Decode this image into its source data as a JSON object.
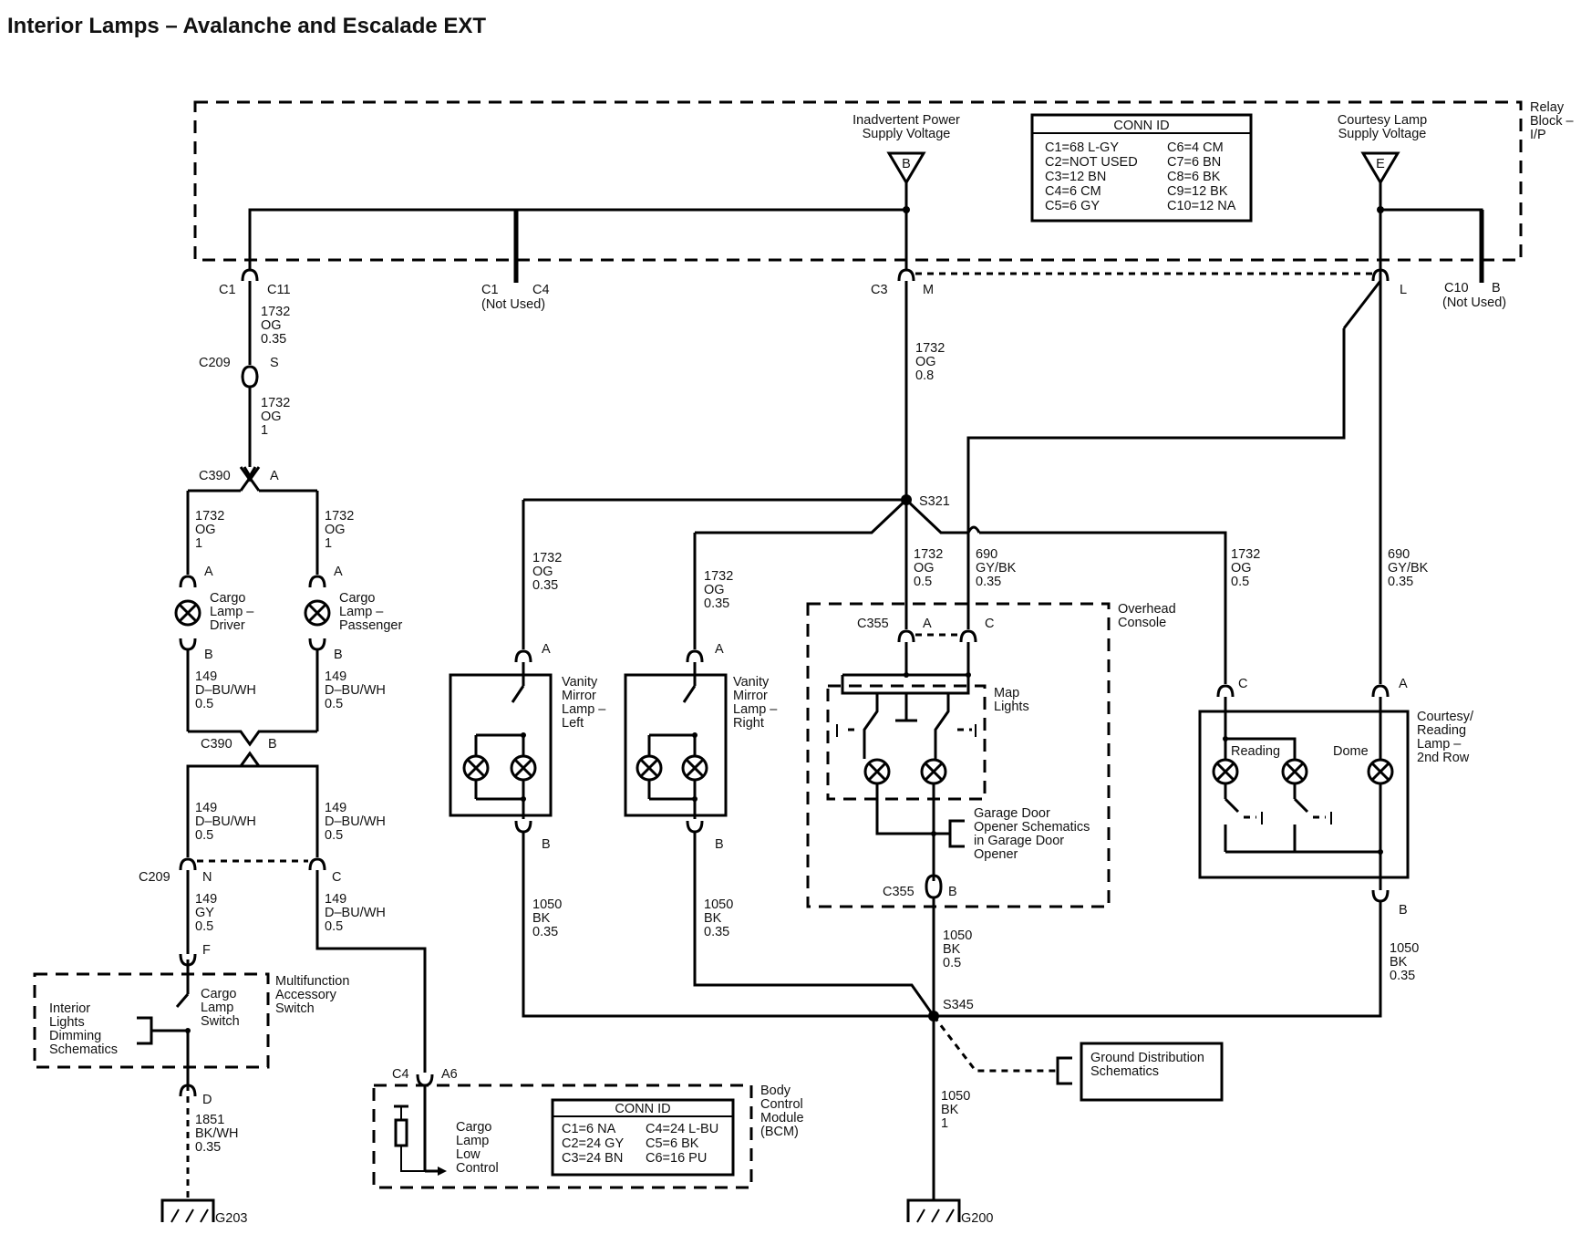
{
  "title": "Interior Lamps – Avalanche and Escalade EXT",
  "relay_block": {
    "name_lines": [
      "Relay",
      "Block –",
      "I/P"
    ],
    "inadvertent": [
      "Inadvertent Power",
      "Supply Voltage"
    ],
    "inadvertent_pin": "B",
    "courtesy": [
      "Courtesy Lamp",
      "Supply Voltage"
    ],
    "courtesy_pin": "E",
    "conn_id": {
      "header": "CONN ID",
      "left": [
        "C1=68 L-GY",
        "C2=NOT USED",
        "C3=12 BN",
        "C4=6 CM",
        "C5=6 GY"
      ],
      "right": [
        "C6=4 CM",
        "C7=6 BN",
        "C8=6 BK",
        "C9=12 BK",
        "C10=12 NA"
      ]
    },
    "pins": {
      "c1": "C1",
      "c11": "C11",
      "c1c4_a": "C1",
      "c1c4_b": "C4",
      "not_used_1": "(Not Used)",
      "c3": "C3",
      "m": "M",
      "l": "L",
      "c10": "C10",
      "c10_b": "B",
      "not_used_2": "(Not Used)"
    }
  },
  "wires": {
    "og_035_top": [
      "1732",
      "OG",
      "0.35"
    ],
    "c209_top": "C209",
    "c209_top_pin": "S",
    "og_1_top": [
      "1732",
      "OG",
      "1"
    ],
    "c390_a": "C390",
    "c390_a_pin": "A",
    "og_1_left": [
      "1732",
      "OG",
      "1"
    ],
    "og_1_right": [
      "1732",
      "OG",
      "1"
    ],
    "og_08": [
      "1732",
      "OG",
      "0.8"
    ],
    "s321": "S321",
    "og_035_vml": [
      "1732",
      "OG",
      "0.35"
    ],
    "og_035_vmr": [
      "1732",
      "OG",
      "0.35"
    ],
    "og_05_c355": [
      "1732",
      "OG",
      "0.5"
    ],
    "gybk_035_c355": [
      "690",
      "GY/BK",
      "0.35"
    ],
    "og_05_read": [
      "1732",
      "OG",
      "0.5"
    ],
    "gybk_035_dome": [
      "690",
      "GY/BK",
      "0.35"
    ],
    "dbu_05_left": [
      "149",
      "D–BU/WH",
      "0.5"
    ],
    "dbu_05_right": [
      "149",
      "D–BU/WH",
      "0.5"
    ],
    "c390_b": "C390",
    "c390_b_pin": "B",
    "dbu_05_l2": [
      "149",
      "D–BU/WH",
      "0.5"
    ],
    "dbu_05_r2": [
      "149",
      "D–BU/WH",
      "0.5"
    ],
    "c209_bot": "C209",
    "c209_n": "N",
    "c209_c": "C",
    "gy_05": [
      "149",
      "GY",
      "0.5"
    ],
    "dbu_05_r3": [
      "149",
      "D–BU/WH",
      "0.5"
    ],
    "pin_f": "F",
    "pin_d": "D",
    "bkwh": [
      "1851",
      "BK/WH",
      "0.35"
    ],
    "bk_035_vml": [
      "1050",
      "BK",
      "0.35"
    ],
    "bk_035_vmr": [
      "1050",
      "BK",
      "0.35"
    ],
    "bk_05_c355": [
      "1050",
      "BK",
      "0.5"
    ],
    "bk_035_dome": [
      "1050",
      "BK",
      "0.35"
    ],
    "s345": "S345",
    "bk_1": [
      "1050",
      "BK",
      "1"
    ],
    "g203": "G203",
    "g200": "G200"
  },
  "cargo": {
    "driver": [
      "Cargo",
      "Lamp –",
      "Driver"
    ],
    "passenger": [
      "Cargo",
      "Lamp –",
      "Passenger"
    ],
    "pin_a": "A",
    "pin_b": "B"
  },
  "vanity_left": {
    "name": [
      "Vanity",
      "Mirror",
      "Lamp –",
      "Left"
    ],
    "pin_a": "A",
    "pin_b": "B"
  },
  "vanity_right": {
    "name": [
      "Vanity",
      "Mirror",
      "Lamp –",
      "Right"
    ],
    "pin_a": "A",
    "pin_b": "B"
  },
  "overhead": {
    "name": [
      "Overhead",
      "Console"
    ],
    "c355_top": "C355",
    "pin_a": "A",
    "pin_c": "C",
    "map": [
      "Map",
      "Lights"
    ],
    "garage": [
      "Garage Door",
      "Opener Schematics",
      "in Garage Door",
      "Opener"
    ],
    "c355_bot": "C355",
    "pin_b": "B"
  },
  "courtesy_lamp": {
    "name": [
      "Courtesy/",
      "Reading",
      "Lamp –",
      "2nd Row"
    ],
    "reading": "Reading",
    "dome": "Dome",
    "pin_c": "C",
    "pin_a": "A",
    "pin_b": "B"
  },
  "maf": {
    "name": [
      "Multifunction",
      "Accessory",
      "Switch"
    ],
    "interior": [
      "Interior",
      "Lights",
      "Dimming",
      "Schematics"
    ],
    "switch": [
      "Cargo",
      "Lamp",
      "Switch"
    ]
  },
  "bcm": {
    "c4": "C4",
    "a6": "A6",
    "name": [
      "Body",
      "Control",
      "Module",
      "(BCM)"
    ],
    "control": [
      "Cargo",
      "Lamp",
      "Low",
      "Control"
    ],
    "conn_id": {
      "header": "CONN ID",
      "left": [
        "C1=6 NA",
        "C2=24 GY",
        "C3=24 BN"
      ],
      "right": [
        "C4=24 L-BU",
        "C5=6 BK",
        "C6=16 PU"
      ]
    }
  },
  "ground_dist": [
    "Ground Distribution",
    "Schematics"
  ]
}
